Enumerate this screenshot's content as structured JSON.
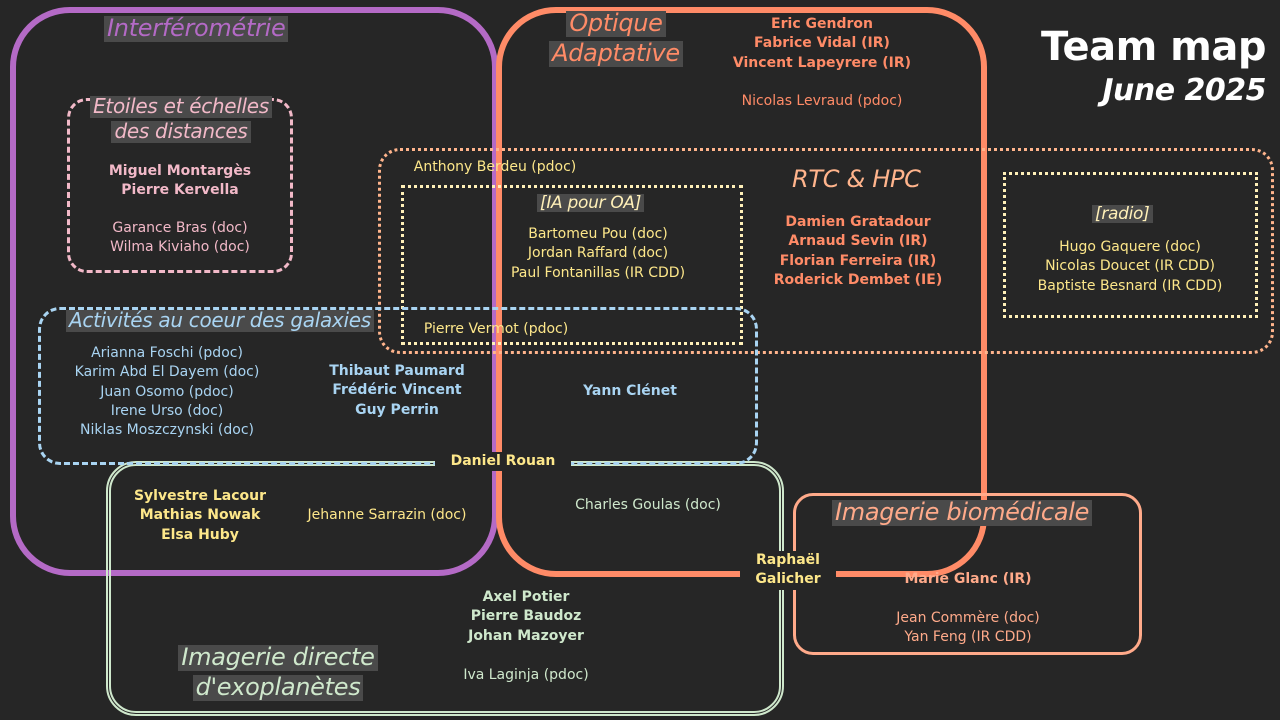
{
  "header": {
    "title": "Team map",
    "date": "June 2025"
  },
  "colors": {
    "interferometrie": "#b46ac6",
    "optique": "#ff8b67",
    "etoiles": "#f2b9c8",
    "galaxies": "#a9d4f2",
    "rtc": "#ffb48c",
    "ia": "#fff0b8",
    "radio": "#fff0b8",
    "exoplanetes": "#cfe8cc",
    "biomedicale": "#ffaa8a",
    "yellow_text": "#fde78a"
  },
  "groups": {
    "interferometrie": {
      "title": "Interférométrie"
    },
    "optique": {
      "title_line1": "Optique",
      "title_line2": "Adaptative",
      "leads": [
        "Eric Gendron",
        "Fabrice Vidal (IR)",
        "Vincent Lapeyrere (IR)"
      ],
      "members": [
        "Nicolas Levraud (pdoc)"
      ]
    },
    "etoiles": {
      "title_line1": "Etoiles et échelles",
      "title_line2": "des distances",
      "leads": [
        "Miguel Montargès",
        "Pierre Kervella"
      ],
      "members": [
        "Garance Bras (doc)",
        "Wilma Kiviaho (doc)"
      ]
    },
    "rtc": {
      "title": "RTC & HPC",
      "leads": [
        "Damien Gratadour",
        "Arnaud Sevin (IR)",
        "Florian Ferreira (IR)",
        "Roderick Dembet (IE)"
      ],
      "anthony": "Anthony Berdeu (pdoc)",
      "pierre": "Pierre Vermot (pdoc)"
    },
    "ia": {
      "title": "[IA pour OA]",
      "members": [
        "Bartomeu Pou (doc)",
        "Jordan Raffard (doc)",
        "Paul Fontanillas (IR CDD)"
      ]
    },
    "radio": {
      "title": "[radio]",
      "members": [
        "Hugo Gaquere (doc)",
        "Nicolas Doucet (IR CDD)",
        "Baptiste Besnard (IR CDD)"
      ]
    },
    "galaxies": {
      "title": "Activités au coeur des galaxies",
      "members": [
        "Arianna Foschi (pdoc)",
        "Karim Abd El Dayem (doc)",
        "Juan Osomo (pdoc)",
        "Irene Urso (doc)",
        "Niklas Moszczynski (doc)"
      ],
      "leads": [
        "Thibaut Paumard",
        "Frédéric Vincent",
        "Guy Perrin"
      ],
      "yann": "Yann Clénet"
    },
    "exoplanetes": {
      "title_line1": "Imagerie directe",
      "title_line2": "d'exoplanètes",
      "left_leads": [
        "Sylvestre Lacour",
        "Mathias Nowak",
        "Elsa Huby"
      ],
      "jehanne": "Jehanne Sarrazin (doc)",
      "charles": "Charles Goulas (doc)",
      "leads": [
        "Axel Potier",
        "Pierre Baudoz",
        "Johan Mazoyer"
      ],
      "members": [
        "Iva Laginja (pdoc)"
      ],
      "daniel": "Daniel Rouan"
    },
    "biomedicale": {
      "title": "Imagerie biomédicale",
      "lead": "Marie Glanc (IR)",
      "members": [
        "Jean Commère (doc)",
        "Yan Feng (IR CDD)"
      ],
      "raphael": [
        "Raphaël",
        "Galicher"
      ]
    }
  }
}
